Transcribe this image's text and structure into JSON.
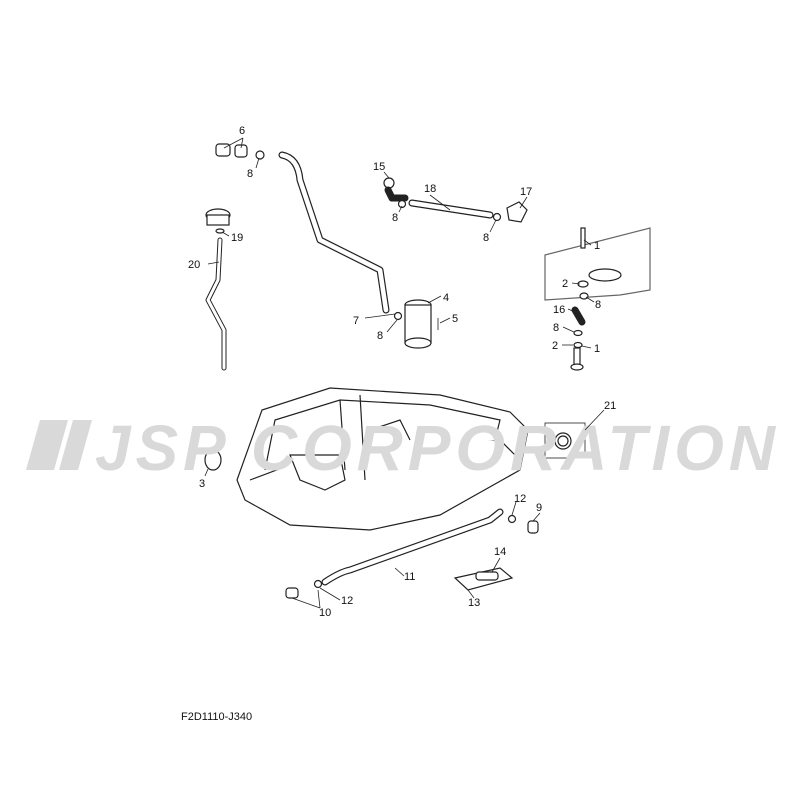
{
  "watermark": "JSP CORPORATION",
  "diagram_code": "F2D1110-J340",
  "callouts": {
    "c6": "6",
    "c8a": "8",
    "c15": "15",
    "c18": "18",
    "c17": "17",
    "c8b": "8",
    "c8c": "8",
    "c19": "19",
    "c20": "20",
    "c1a": "1",
    "c2a": "2",
    "c8d": "8",
    "c4": "4",
    "c7": "7",
    "c5": "5",
    "c8e": "8",
    "c16": "16",
    "c8f": "8",
    "c2b": "2",
    "c1b": "1",
    "c21": "21",
    "c3": "3",
    "c12a": "12",
    "c9": "9",
    "c11": "11",
    "c14": "14",
    "c12b": "12",
    "c10": "10",
    "c13": "13"
  }
}
